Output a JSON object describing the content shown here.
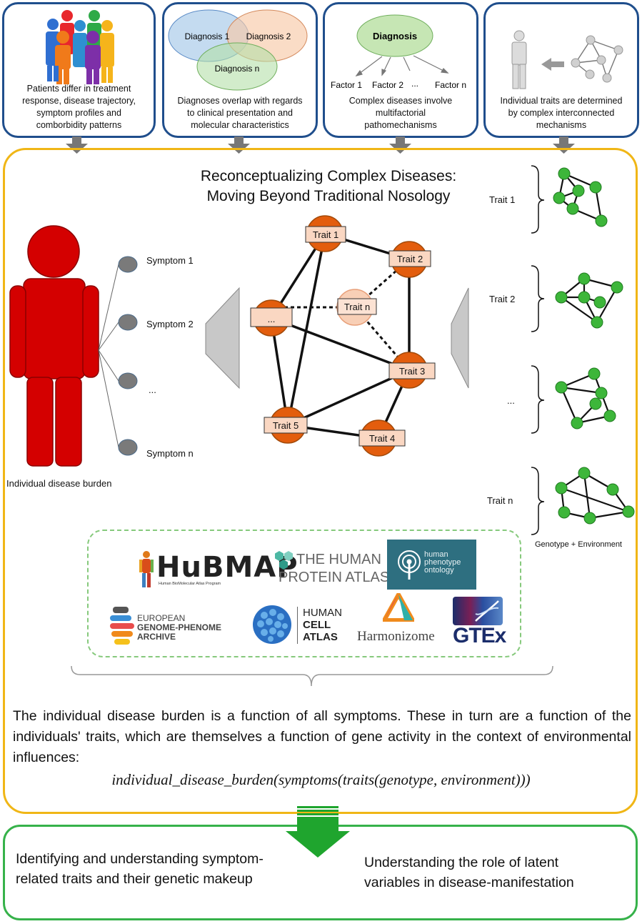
{
  "top_panels": [
    {
      "caption_lines": [
        "Patients differ in treatment",
        "response, disease trajectory,",
        "symptom profiles and",
        "comborbidity patterns"
      ]
    },
    {
      "caption_lines": [
        "Diagnoses overlap with regards",
        "to clinical presentation and",
        "molecular characteristics"
      ],
      "venn": [
        "Diagnosis 1",
        "Diagnosis 2",
        "Diagnosis n"
      ]
    },
    {
      "caption_lines": [
        "Complex diseases involve",
        "multifactorial",
        "pathomechanisms"
      ],
      "diagnosis": "Diagnosis",
      "factors": [
        "Factor 1",
        "Factor 2",
        "...",
        "Factor n"
      ]
    },
    {
      "caption_lines": [
        "Individual traits are determined",
        "by complex interconnected",
        "mechanisms"
      ]
    }
  ],
  "title_lines": [
    "Reconceptualizing Complex Diseases:",
    "Moving Beyond Traditional Nosology"
  ],
  "symptoms": [
    "Symptom  1",
    "Symptom  2",
    "...",
    "Symptom  n"
  ],
  "individual_label": "Individual disease burden",
  "network_traits": [
    "Trait 1",
    "Trait 2",
    "Trait n",
    "...",
    "Trait 3",
    "Trait 5",
    "Trait 4"
  ],
  "trait_groups": [
    "Trait 1",
    "Trait 2",
    "...",
    "Trait n"
  ],
  "genotype_label": "Genotype + Environment",
  "resources": {
    "hubmap": "HuBMAP",
    "hubmap_sub": "Human BioMolecular Atlas Program",
    "hpa_1": "THE HUMAN",
    "hpa_2": "PROTEIN ATLAS",
    "hpo": [
      "human",
      "phenotype",
      "ontology"
    ],
    "ega": [
      "EUROPEAN",
      "GENOME-PHENOME",
      "ARCHIVE"
    ],
    "hca": [
      "HUMAN",
      "CELL",
      "ATLAS"
    ],
    "harmonizome": "Harmonizome",
    "gtex": "GTEx"
  },
  "summary": "The individual disease burden is a function of all symptoms. These in turn are a function of the individuals' traits, which are themselves a function of gene activity in the context of environmental influences:",
  "formula": "individual_disease_burden(symptoms(traits(genotype, environment)))",
  "bottom_left": [
    "Identifying and understanding symptom-",
    "related traits and their genetic makeup"
  ],
  "bottom_right": [
    "Understanding the role of latent",
    "variables in disease-manifestation"
  ],
  "colors": {
    "blue_border": "#1f4e8c",
    "yellow_border": "#f0b616",
    "green_border": "#36b24a",
    "body_red": "#d40000",
    "node_orange": "#e35d0d",
    "trait_green": "#3db63a"
  }
}
